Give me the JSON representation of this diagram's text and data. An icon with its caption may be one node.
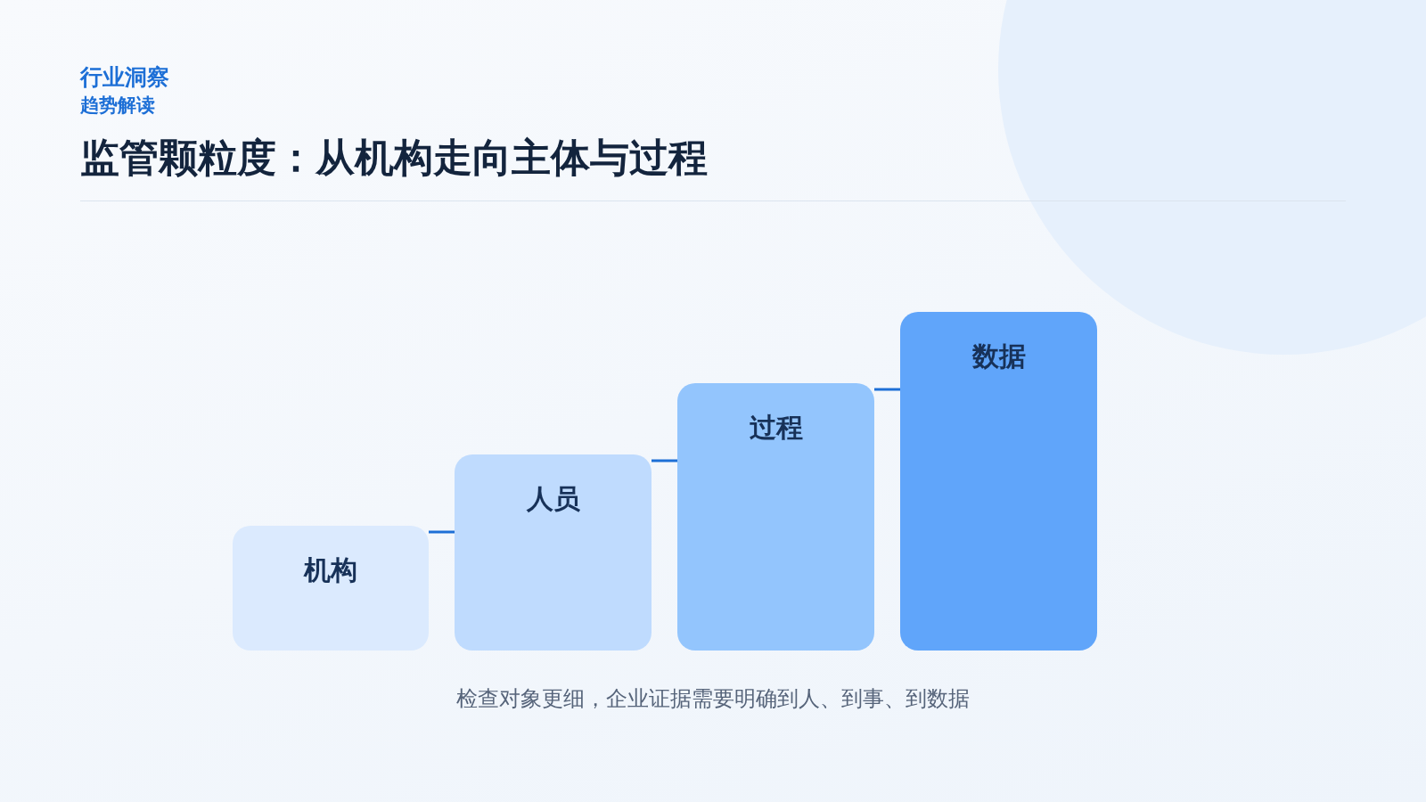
{
  "diagram": {
    "title": "监管颗粒度：从机构走向主体与过程",
    "caption": "检查对象更细，企业证据需要明确到人、到事、到数据",
    "nodes": [
      {
        "text": [
          "机构"
        ]
      },
      {
        "text": [
          "人员"
        ]
      },
      {
        "text": [
          "过程"
        ]
      },
      {
        "text": [
          "数据"
        ]
      }
    ],
    "edges": [
      {
        "from": 0,
        "to": 1,
        "arrow": "none"
      },
      {
        "from": 1,
        "to": 2,
        "arrow": "none"
      },
      {
        "from": 2,
        "to": 3,
        "arrow": "none"
      }
    ],
    "labels": [
      "行业洞察",
      "趋势解读"
    ]
  }
}
